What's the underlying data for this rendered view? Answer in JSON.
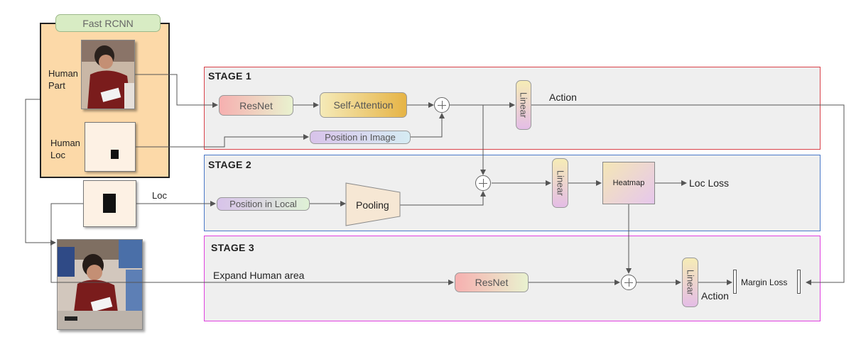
{
  "fast_rcnn": {
    "title": "Fast RCNN",
    "human_part_label": "Human\nPart",
    "human_loc_label": "Human\nLoc"
  },
  "inputs": {
    "loc_label": "Loc"
  },
  "stage1": {
    "title": "STAGE 1",
    "resnet": "ResNet",
    "self_attention": "Self-Attention",
    "position_in_image": "Position in Image",
    "linear": "Linear",
    "action": "Action"
  },
  "stage2": {
    "title": "STAGE 2",
    "position_in_local": "Position in Local",
    "pooling": "Pooling",
    "linear": "Linear",
    "heatmap": "Heatmap",
    "loc_loss": "Loc Loss"
  },
  "stage3": {
    "title": "STAGE 3",
    "expand_label": "Expand Human area",
    "resnet": "ResNet",
    "linear": "Linear",
    "action": "Action",
    "margin_loss": "Margin Loss"
  },
  "colors": {
    "stage1_border": "#d9424a",
    "stage2_border": "#4a78c8",
    "stage3_border": "#e040e0",
    "fast_rcnn_bg": "#fcd9a8",
    "fast_rcnn_title_bg": "#d8ecc4"
  }
}
